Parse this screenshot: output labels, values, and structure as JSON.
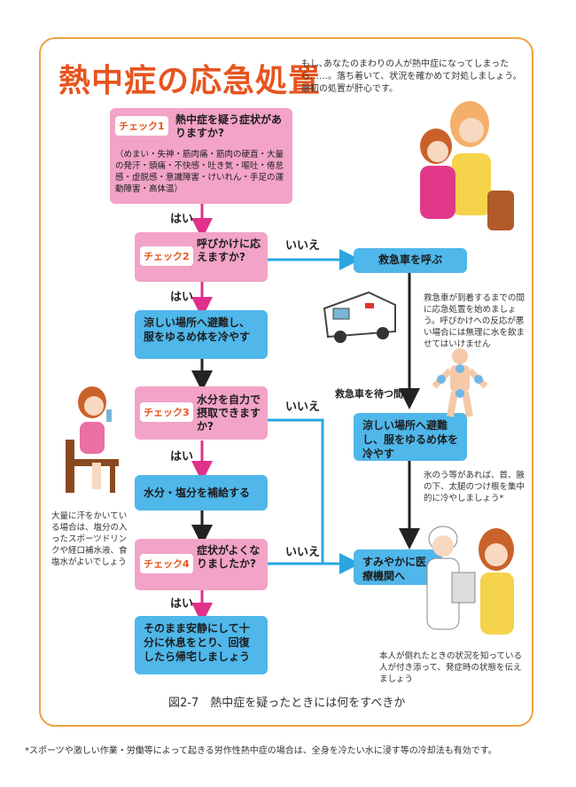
{
  "title": "熱中症の応急処置",
  "intro": "もし､あなたのまわりの人が熱中症になってしまったら……。落ち着いて、状況を確かめて対処しましょう。最初の処置が肝心です。",
  "checks": [
    {
      "tag": "チェック1",
      "text": "熱中症を疑う症状がありますか?",
      "detail": "（めまい・失神・筋肉痛・筋肉の硬直・大量の発汗・頭痛・不快感・吐き気・嘔吐・倦怠感・虚脱感・意識障害・けいれん・手足の運動障害・高体温）"
    },
    {
      "tag": "チェック2",
      "text": "呼びかけに応えますか?"
    },
    {
      "tag": "チェック3",
      "text": "水分を自力で摂取できますか?"
    },
    {
      "tag": "チェック4",
      "text": "症状がよくなりましたか?"
    }
  ],
  "actions": {
    "cool_left": "涼しい場所へ避難し、服をゆるめ体を冷やす",
    "hydrate": "水分・塩分を補給する",
    "rest": "そのまま安静にして十分に休息をとり、回復したら帰宅しましょう",
    "ambulance": "救急車を呼ぶ",
    "cool_right": "涼しい場所へ避難し、服をゆるめ体を冷やす",
    "hospital": "すみやかに医療機関へ"
  },
  "labels": {
    "yes": "はい",
    "no": "いいえ",
    "wait": "救急車を待つ間"
  },
  "notes": {
    "ambulance": "救急車が到着するまでの間に応急処置を始めましょう。呼びかけへの反応が悪い場合には無理に水を飲ませてはいけません",
    "ice": "氷のう等があれば、首、腋の下、太腿のつけ根を集中的に冷やしましょう*",
    "sweat": "大量に汗をかいている場合は、塩分の入ったスポーツドリンクや経口補水液、食塩水がよいでしょう",
    "hospital": "本人が倒れたときの状況を知っている人が付き添って、発症時の状態を伝えましょう"
  },
  "caption": "図2-7　熱中症を疑ったときには何をすべきか",
  "footnote": "*スポーツや激しい作業・労働等によって起きる労作性熱中症の場合は、全身を冷たい水に浸す等の冷却法も有効です。",
  "colors": {
    "pink": "#f2a3c7",
    "blue": "#4fb7ea",
    "arrow_pink": "#e0308a",
    "arrow_blue": "#2aa5e0",
    "title": "#e8541e",
    "frame": "#f0a040"
  }
}
